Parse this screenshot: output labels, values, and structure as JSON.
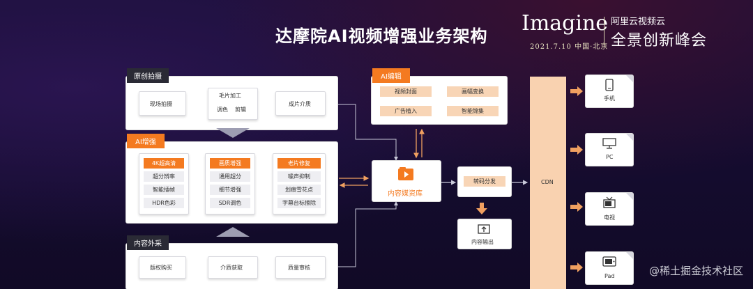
{
  "title": "达摩院AI视频增强业务架构",
  "brand": {
    "imagine": "Imagine",
    "date": "2021.7.10  中国·北京",
    "org": "阿里云视频云",
    "summit": "全景创新峰会"
  },
  "original_shoot": {
    "tag": "原创拍摄",
    "scene": "现场拍摄",
    "rough": "毛片加工",
    "color": "调色",
    "cut": "剪辑",
    "media": "成片介质"
  },
  "ai_edit": {
    "tag": "AI编辑",
    "items": [
      "视频封面",
      "画幅变换",
      "广告植入",
      "智能锦集"
    ]
  },
  "ai_enhance": {
    "tag": "AI增强",
    "col1": {
      "head": "4K超高清",
      "items": [
        "超分辨率",
        "智能插帧",
        "HDR色彩"
      ]
    },
    "col2": {
      "head": "画质增强",
      "items": [
        "通用超分",
        "细节增强",
        "SDR调色"
      ]
    },
    "col3": {
      "head": "老片修复",
      "items": [
        "噪声抑制",
        "划痕雪花点",
        "字幕台标擦除"
      ]
    }
  },
  "external": {
    "tag": "内容外采",
    "license": "版权购买",
    "media_get": "介质获取",
    "quality": "质量审核"
  },
  "center": {
    "library": "内容媒资库",
    "transcode": "转码分发",
    "output": "内容输出"
  },
  "cdn": "CDN",
  "devices": [
    "手机",
    "PC",
    "电视",
    "Pad"
  ],
  "watermark": "@稀土掘金技术社区"
}
